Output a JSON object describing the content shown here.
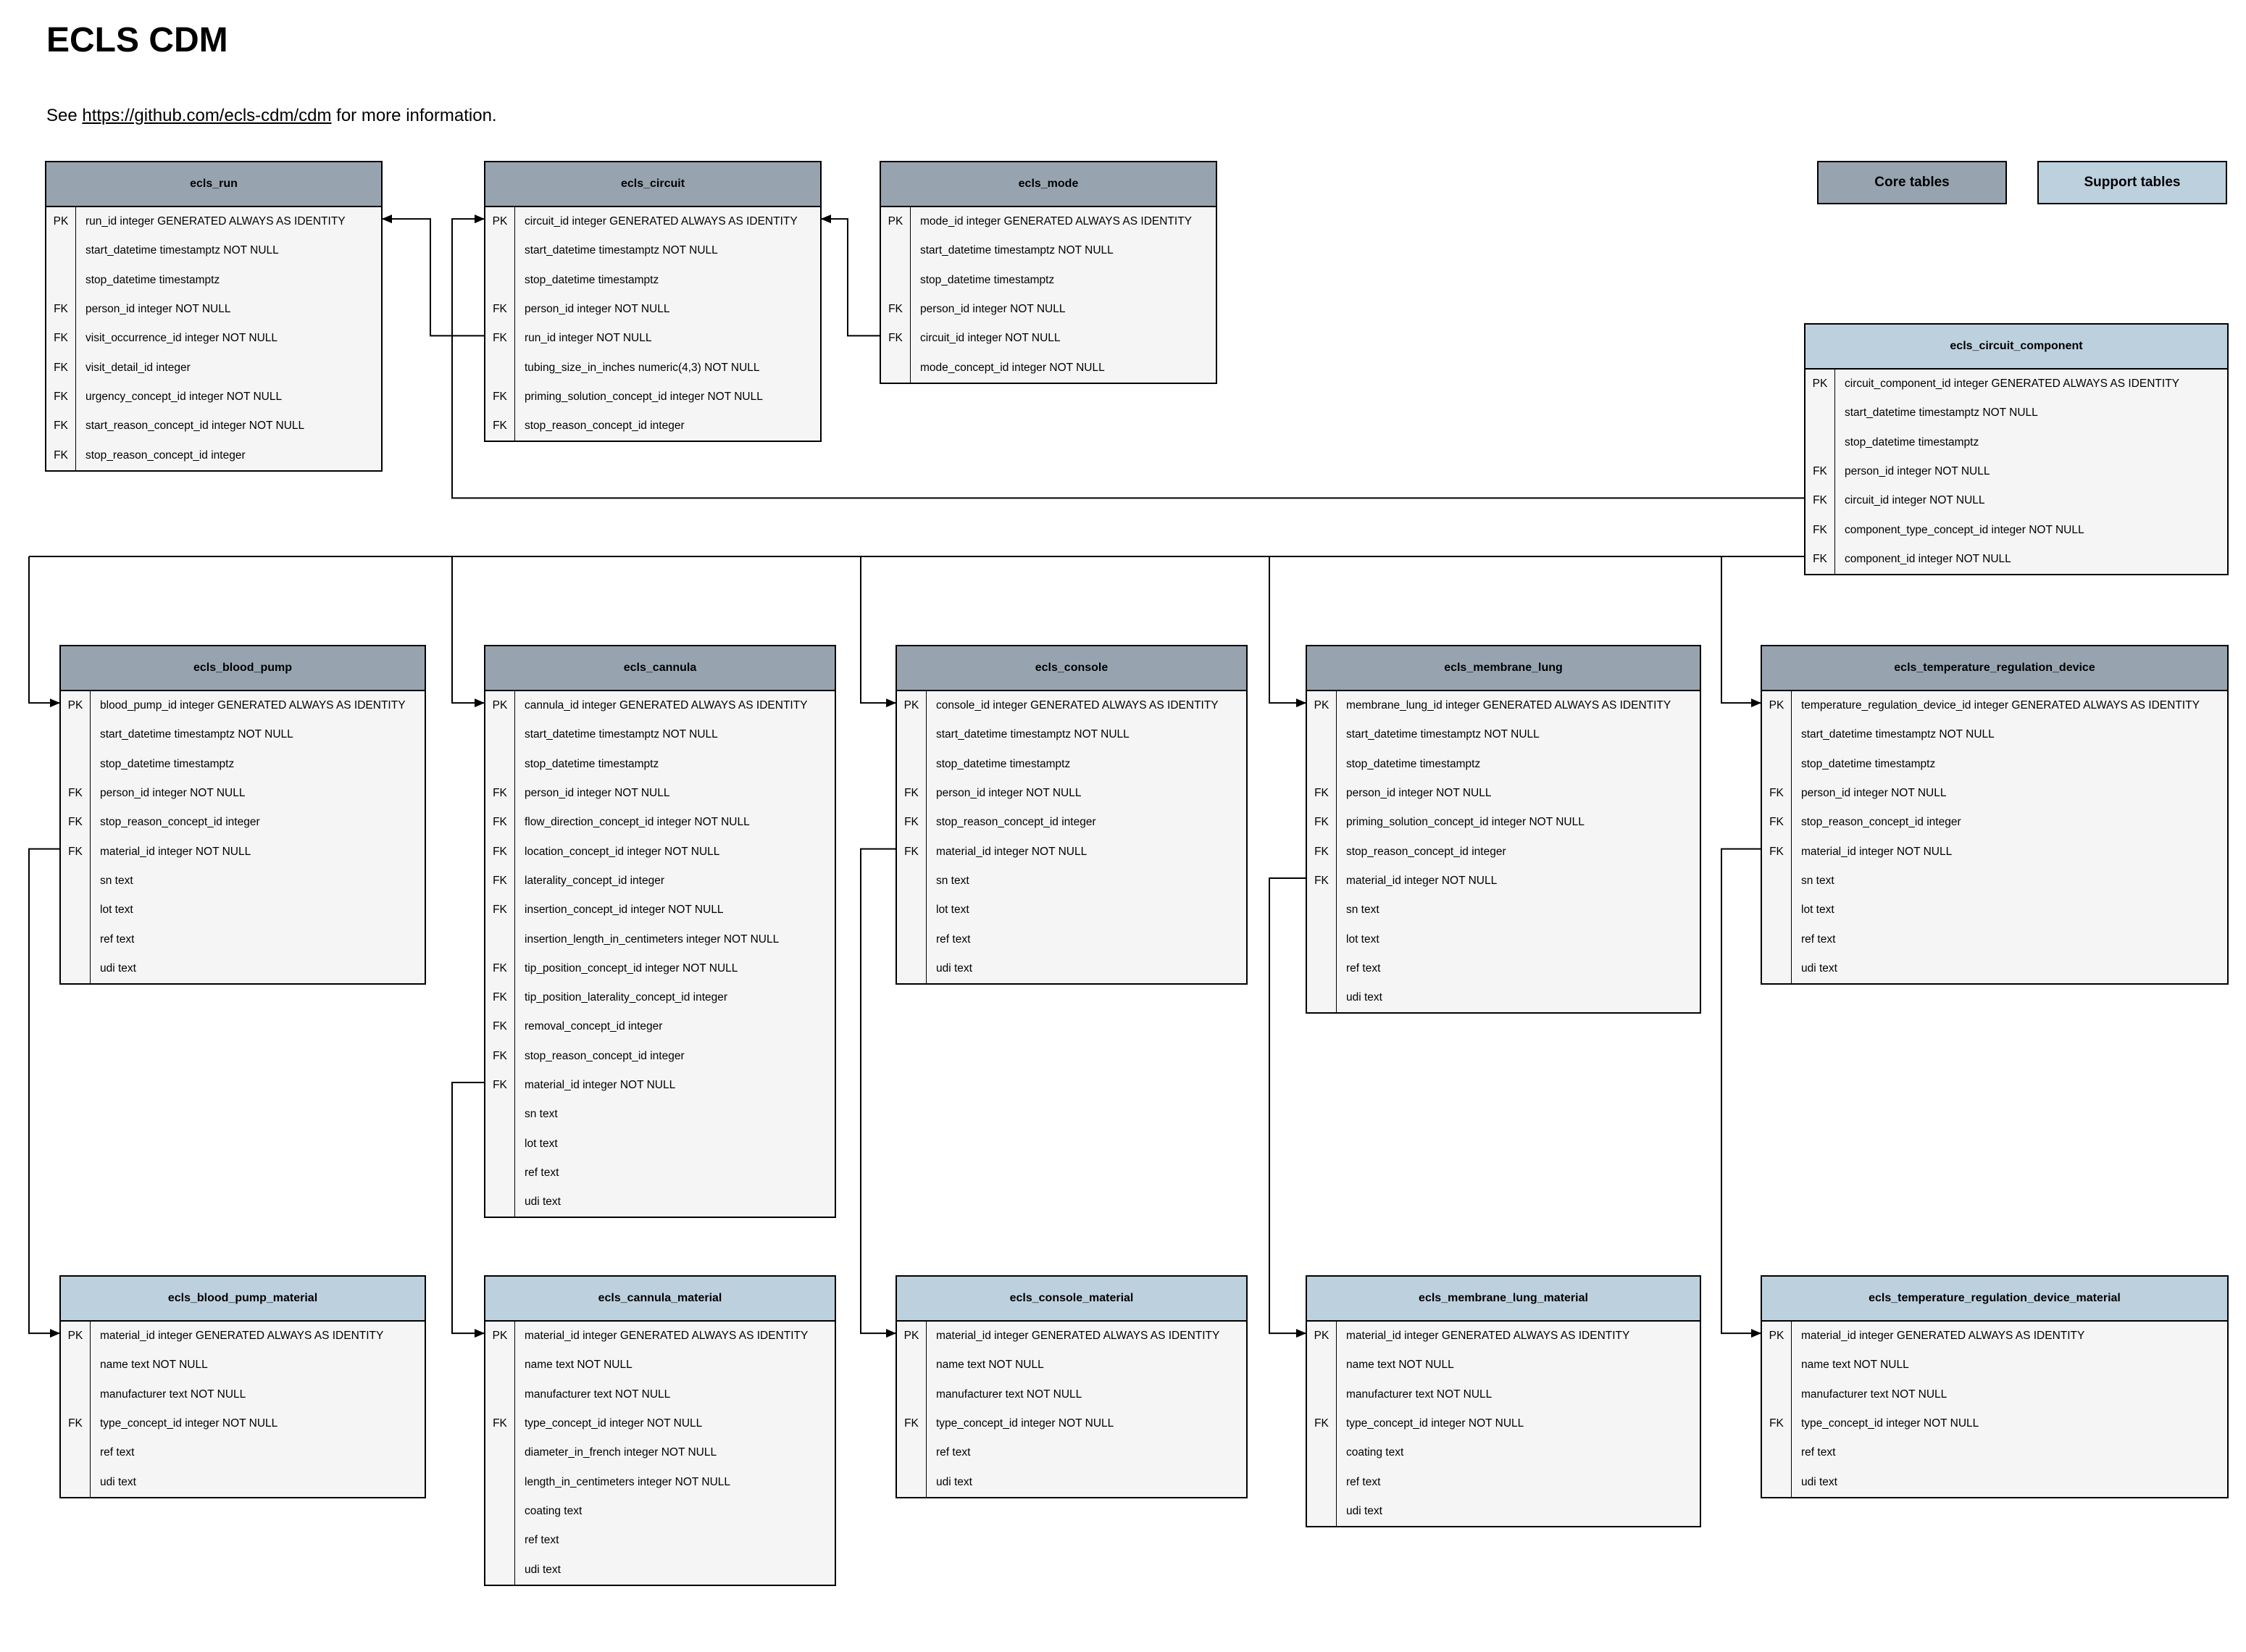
{
  "header": {
    "title": "ECLS CDM",
    "subtitle_prefix": "See ",
    "link_text": "https://github.com/ecls-cdm/cdm",
    "subtitle_suffix": " for more information."
  },
  "legend": {
    "core_label": "Core tables",
    "support_label": "Support tables"
  },
  "colors": {
    "core": "#97a4b0",
    "support": "#bdd0de",
    "body": "#f5f5f5"
  },
  "tables": {
    "run": {
      "name": "ecls_run",
      "kind": "core",
      "columns": [
        {
          "key": "PK",
          "def": "run_id integer GENERATED ALWAYS AS IDENTITY"
        },
        {
          "key": "",
          "def": "start_datetime timestamptz NOT NULL"
        },
        {
          "key": "",
          "def": "stop_datetime timestamptz"
        },
        {
          "key": "FK",
          "def": "person_id integer NOT NULL"
        },
        {
          "key": "FK",
          "def": "visit_occurrence_id integer NOT NULL"
        },
        {
          "key": "FK",
          "def": "visit_detail_id integer"
        },
        {
          "key": "FK",
          "def": "urgency_concept_id integer NOT NULL"
        },
        {
          "key": "FK",
          "def": "start_reason_concept_id integer NOT NULL"
        },
        {
          "key": "FK",
          "def": "stop_reason_concept_id integer"
        }
      ]
    },
    "circuit": {
      "name": "ecls_circuit",
      "kind": "core",
      "columns": [
        {
          "key": "PK",
          "def": "circuit_id integer GENERATED ALWAYS AS IDENTITY"
        },
        {
          "key": "",
          "def": "start_datetime timestamptz NOT NULL"
        },
        {
          "key": "",
          "def": "stop_datetime timestamptz"
        },
        {
          "key": "FK",
          "def": "person_id integer NOT NULL"
        },
        {
          "key": "FK",
          "def": "run_id integer NOT NULL"
        },
        {
          "key": "",
          "def": "tubing_size_in_inches numeric(4,3) NOT NULL"
        },
        {
          "key": "FK",
          "def": "priming_solution_concept_id integer NOT NULL"
        },
        {
          "key": "FK",
          "def": "stop_reason_concept_id integer"
        }
      ]
    },
    "mode": {
      "name": "ecls_mode",
      "kind": "core",
      "columns": [
        {
          "key": "PK",
          "def": "mode_id integer GENERATED ALWAYS AS IDENTITY"
        },
        {
          "key": "",
          "def": "start_datetime timestamptz NOT NULL"
        },
        {
          "key": "",
          "def": "stop_datetime timestamptz"
        },
        {
          "key": "FK",
          "def": "person_id integer NOT NULL"
        },
        {
          "key": "FK",
          "def": "circuit_id integer NOT NULL"
        },
        {
          "key": "",
          "def": "mode_concept_id integer NOT NULL"
        }
      ]
    },
    "circuit_component": {
      "name": "ecls_circuit_component",
      "kind": "support",
      "columns": [
        {
          "key": "PK",
          "def": "circuit_component_id integer GENERATED ALWAYS AS IDENTITY"
        },
        {
          "key": "",
          "def": "start_datetime timestamptz NOT NULL"
        },
        {
          "key": "",
          "def": "stop_datetime timestamptz"
        },
        {
          "key": "FK",
          "def": "person_id integer NOT NULL"
        },
        {
          "key": "FK",
          "def": "circuit_id integer NOT NULL"
        },
        {
          "key": "FK",
          "def": "component_type_concept_id integer NOT NULL"
        },
        {
          "key": "FK",
          "def": "component_id integer NOT NULL"
        }
      ]
    },
    "blood_pump": {
      "name": "ecls_blood_pump",
      "kind": "core",
      "columns": [
        {
          "key": "PK",
          "def": "blood_pump_id integer GENERATED ALWAYS AS IDENTITY"
        },
        {
          "key": "",
          "def": "start_datetime timestamptz NOT NULL"
        },
        {
          "key": "",
          "def": "stop_datetime timestamptz"
        },
        {
          "key": "FK",
          "def": "person_id integer NOT NULL"
        },
        {
          "key": "FK",
          "def": "stop_reason_concept_id integer"
        },
        {
          "key": "FK",
          "def": "material_id integer NOT NULL"
        },
        {
          "key": "",
          "def": "sn text"
        },
        {
          "key": "",
          "def": "lot text"
        },
        {
          "key": "",
          "def": "ref text"
        },
        {
          "key": "",
          "def": "udi text"
        }
      ]
    },
    "cannula": {
      "name": "ecls_cannula",
      "kind": "core",
      "columns": [
        {
          "key": "PK",
          "def": "cannula_id integer GENERATED ALWAYS AS IDENTITY"
        },
        {
          "key": "",
          "def": "start_datetime timestamptz NOT NULL"
        },
        {
          "key": "",
          "def": "stop_datetime timestamptz"
        },
        {
          "key": "FK",
          "def": "person_id integer NOT NULL"
        },
        {
          "key": "FK",
          "def": "flow_direction_concept_id integer NOT NULL"
        },
        {
          "key": "FK",
          "def": "location_concept_id integer NOT NULL"
        },
        {
          "key": "FK",
          "def": "laterality_concept_id integer"
        },
        {
          "key": "FK",
          "def": "insertion_concept_id integer NOT NULL"
        },
        {
          "key": "",
          "def": "insertion_length_in_centimeters integer NOT NULL"
        },
        {
          "key": "FK",
          "def": "tip_position_concept_id integer NOT NULL"
        },
        {
          "key": "FK",
          "def": "tip_position_laterality_concept_id integer"
        },
        {
          "key": "FK",
          "def": "removal_concept_id integer"
        },
        {
          "key": "FK",
          "def": "stop_reason_concept_id integer"
        },
        {
          "key": "FK",
          "def": "material_id integer NOT NULL"
        },
        {
          "key": "",
          "def": "sn text"
        },
        {
          "key": "",
          "def": "lot text"
        },
        {
          "key": "",
          "def": "ref text"
        },
        {
          "key": "",
          "def": "udi text"
        }
      ]
    },
    "console": {
      "name": "ecls_console",
      "kind": "core",
      "columns": [
        {
          "key": "PK",
          "def": "console_id integer GENERATED ALWAYS AS IDENTITY"
        },
        {
          "key": "",
          "def": "start_datetime timestamptz NOT NULL"
        },
        {
          "key": "",
          "def": "stop_datetime timestamptz"
        },
        {
          "key": "FK",
          "def": "person_id integer NOT NULL"
        },
        {
          "key": "FK",
          "def": "stop_reason_concept_id integer"
        },
        {
          "key": "FK",
          "def": "material_id integer NOT NULL"
        },
        {
          "key": "",
          "def": "sn text"
        },
        {
          "key": "",
          "def": "lot text"
        },
        {
          "key": "",
          "def": "ref text"
        },
        {
          "key": "",
          "def": "udi text"
        }
      ]
    },
    "membrane_lung": {
      "name": "ecls_membrane_lung",
      "kind": "core",
      "columns": [
        {
          "key": "PK",
          "def": "membrane_lung_id integer GENERATED ALWAYS AS IDENTITY"
        },
        {
          "key": "",
          "def": "start_datetime timestamptz NOT NULL"
        },
        {
          "key": "",
          "def": "stop_datetime timestamptz"
        },
        {
          "key": "FK",
          "def": "person_id integer NOT NULL"
        },
        {
          "key": "FK",
          "def": "priming_solution_concept_id integer NOT NULL"
        },
        {
          "key": "FK",
          "def": "stop_reason_concept_id integer"
        },
        {
          "key": "FK",
          "def": "material_id integer NOT NULL"
        },
        {
          "key": "",
          "def": "sn text"
        },
        {
          "key": "",
          "def": "lot text"
        },
        {
          "key": "",
          "def": "ref text"
        },
        {
          "key": "",
          "def": "udi text"
        }
      ]
    },
    "temperature_regulation_device": {
      "name": "ecls_temperature_regulation_device",
      "kind": "core",
      "columns": [
        {
          "key": "PK",
          "def": "temperature_regulation_device_id integer GENERATED ALWAYS AS IDENTITY"
        },
        {
          "key": "",
          "def": "start_datetime timestamptz NOT NULL"
        },
        {
          "key": "",
          "def": "stop_datetime timestamptz"
        },
        {
          "key": "FK",
          "def": "person_id integer NOT NULL"
        },
        {
          "key": "FK",
          "def": "stop_reason_concept_id integer"
        },
        {
          "key": "FK",
          "def": "material_id integer NOT NULL"
        },
        {
          "key": "",
          "def": "sn text"
        },
        {
          "key": "",
          "def": "lot text"
        },
        {
          "key": "",
          "def": "ref text"
        },
        {
          "key": "",
          "def": "udi text"
        }
      ]
    },
    "blood_pump_material": {
      "name": "ecls_blood_pump_material",
      "kind": "support",
      "columns": [
        {
          "key": "PK",
          "def": "material_id integer GENERATED ALWAYS AS IDENTITY"
        },
        {
          "key": "",
          "def": "name text NOT NULL"
        },
        {
          "key": "",
          "def": "manufacturer text NOT NULL"
        },
        {
          "key": "FK",
          "def": "type_concept_id integer NOT NULL"
        },
        {
          "key": "",
          "def": "ref text"
        },
        {
          "key": "",
          "def": "udi text"
        }
      ]
    },
    "cannula_material": {
      "name": "ecls_cannula_material",
      "kind": "support",
      "columns": [
        {
          "key": "PK",
          "def": "material_id integer GENERATED ALWAYS AS IDENTITY"
        },
        {
          "key": "",
          "def": "name text NOT NULL"
        },
        {
          "key": "",
          "def": "manufacturer text NOT NULL"
        },
        {
          "key": "FK",
          "def": "type_concept_id integer NOT NULL"
        },
        {
          "key": "",
          "def": "diameter_in_french integer NOT NULL"
        },
        {
          "key": "",
          "def": "length_in_centimeters integer NOT NULL"
        },
        {
          "key": "",
          "def": "coating text"
        },
        {
          "key": "",
          "def": "ref text"
        },
        {
          "key": "",
          "def": "udi text"
        }
      ]
    },
    "console_material": {
      "name": "ecls_console_material",
      "kind": "support",
      "columns": [
        {
          "key": "PK",
          "def": "material_id integer GENERATED ALWAYS AS IDENTITY"
        },
        {
          "key": "",
          "def": "name text NOT NULL"
        },
        {
          "key": "",
          "def": "manufacturer text NOT NULL"
        },
        {
          "key": "FK",
          "def": "type_concept_id integer NOT NULL"
        },
        {
          "key": "",
          "def": "ref text"
        },
        {
          "key": "",
          "def": "udi text"
        }
      ]
    },
    "membrane_lung_material": {
      "name": "ecls_membrane_lung_material",
      "kind": "support",
      "columns": [
        {
          "key": "PK",
          "def": "material_id integer GENERATED ALWAYS AS IDENTITY"
        },
        {
          "key": "",
          "def": "name text NOT NULL"
        },
        {
          "key": "",
          "def": "manufacturer text NOT NULL"
        },
        {
          "key": "FK",
          "def": "type_concept_id integer NOT NULL"
        },
        {
          "key": "",
          "def": "coating text"
        },
        {
          "key": "",
          "def": "ref text"
        },
        {
          "key": "",
          "def": "udi text"
        }
      ]
    },
    "temperature_regulation_device_material": {
      "name": "ecls_temperature_regulation_device_material",
      "kind": "support",
      "columns": [
        {
          "key": "PK",
          "def": "material_id integer GENERATED ALWAYS AS IDENTITY"
        },
        {
          "key": "",
          "def": "name text NOT NULL"
        },
        {
          "key": "",
          "def": "manufacturer text NOT NULL"
        },
        {
          "key": "FK",
          "def": "type_concept_id integer NOT NULL"
        },
        {
          "key": "",
          "def": "ref text"
        },
        {
          "key": "",
          "def": "udi text"
        }
      ]
    }
  }
}
